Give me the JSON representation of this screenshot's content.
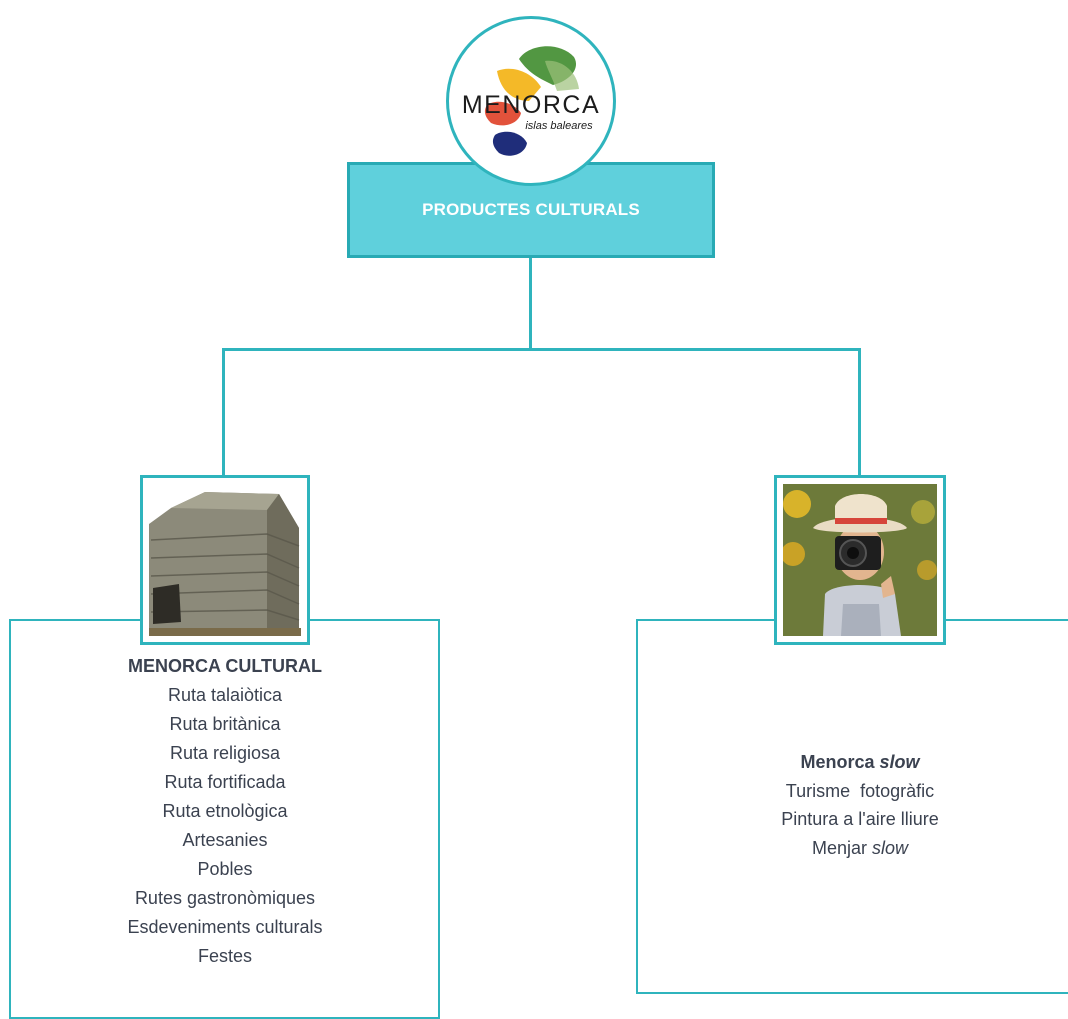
{
  "logo": {
    "brand": "MENORCA",
    "tagline": "islas baleares",
    "colors": {
      "green": "#3f8c2d",
      "yellow": "#f3b51c",
      "red": "#e0432a",
      "blue": "#1f2d7a"
    }
  },
  "root": {
    "label": "PRODUCTES CULTURALS"
  },
  "left_branch": {
    "image": "talaiot-stone-tower",
    "title": "MENORCA CULTURAL",
    "items": [
      "Ruta talaiòtica",
      "Ruta britànica",
      "Ruta religiosa",
      "Ruta fortificada",
      "Ruta etnològica",
      "Artesanies",
      "Pobles",
      "Rutes gastronòmiques",
      "Esdeveniments culturals",
      "Festes"
    ]
  },
  "right_branch": {
    "image": "photographer-woman-camera",
    "title_main": "Menorca ",
    "title_em": "slow",
    "items": [
      "Turisme  fotogràfic",
      "Pintura a l'aire lliure"
    ],
    "last_item_main": "Menjar ",
    "last_item_em": "slow"
  },
  "colors": {
    "accent": "#2fb4bd",
    "root_fill": "#5fd0dc",
    "text": "#3b4250"
  }
}
